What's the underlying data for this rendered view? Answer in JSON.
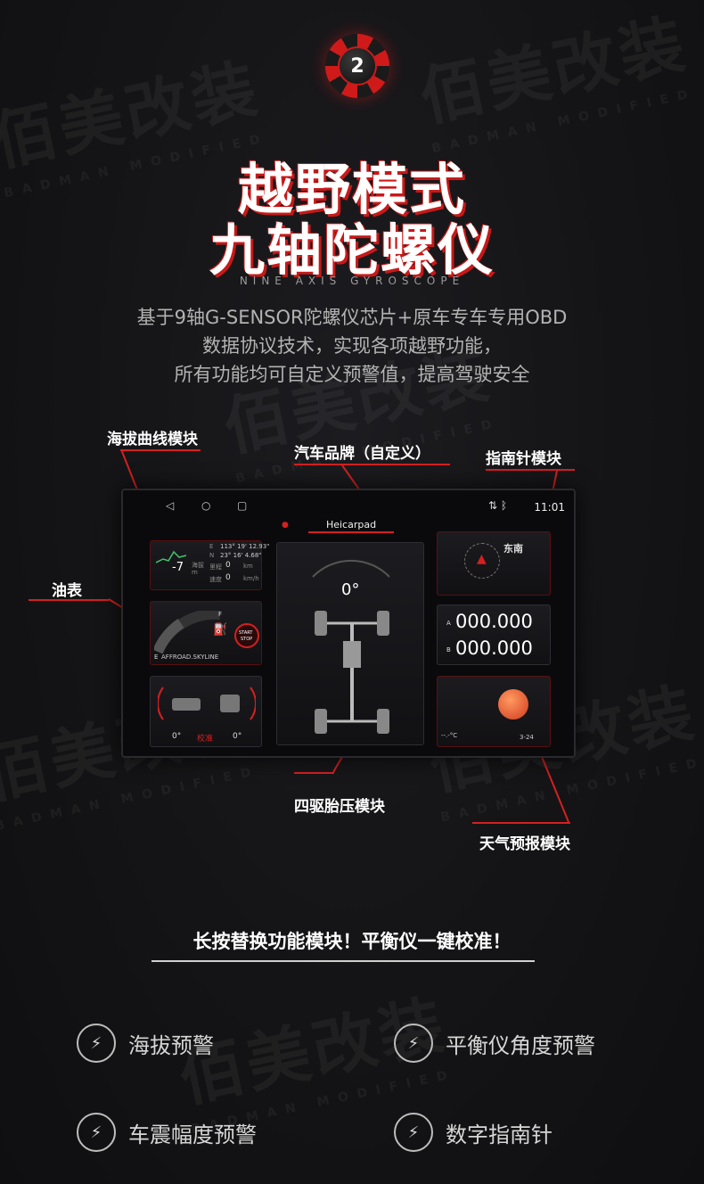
{
  "badge": {
    "number": "2"
  },
  "title": {
    "line1": "越野模式",
    "line2": "九轴陀螺仪"
  },
  "subtitle_en": "NINE AXIS GYROSCOPE",
  "description": [
    "基于9轴G-SENSOR陀螺仪芯片+原车专车专用OBD",
    "数据协议技术，实现各项越野功能，",
    "所有功能均可自定义预警值，提高驾驶安全"
  ],
  "callouts": {
    "altitude": "海拔曲线模块",
    "plate": "汽车品牌（自定义）",
    "compass": "指南针模块",
    "fuel": "油表",
    "tire": "四驱胎压模块",
    "weather": "天气预报模块"
  },
  "screen": {
    "nav_back": "◁",
    "nav_home": "○",
    "nav_recent": "▢",
    "plate_text": "Heicarpad",
    "clock": "11:01",
    "status_icons": "⇅ ᛒ",
    "gps": {
      "lng_label": "E",
      "lng": "113° 19' 12.93\"",
      "lat_label": "N",
      "lat": "23° 16' 4.68\"",
      "alt_label": "海拔",
      "alt_value": "-7",
      "alt_unit": "m",
      "mileage_label": "里程",
      "mileage": "0",
      "mileage_unit": "km",
      "speed_label": "速度",
      "speed": "0",
      "speed_unit": "km/h"
    },
    "fuel": {
      "full": "F",
      "empty": "E",
      "brand": "AFFROAD.SKYLINE",
      "start_l1": "START",
      "start_l2": "STOP"
    },
    "tilt": {
      "left": "0°",
      "right": "0°",
      "calibrate": "校准"
    },
    "center_angle": "0°",
    "compass_dir": "东南",
    "tpms": {
      "a_label": "A",
      "a_value": "000.000",
      "b_label": "B",
      "b_value": "000.000"
    },
    "weather": {
      "temp": "--.-°C",
      "date": "3-24"
    }
  },
  "tagline": "长按替换功能模块！平衡仪一键校准！",
  "features": [
    "海拔预警",
    "平衡仪角度预警",
    "车震幅度预警",
    "数字指南针"
  ],
  "watermark": {
    "cn": "佰美改装",
    "en": "BADMAN MODIFIED"
  },
  "colors": {
    "accent": "#d42020",
    "background": "#121214"
  }
}
